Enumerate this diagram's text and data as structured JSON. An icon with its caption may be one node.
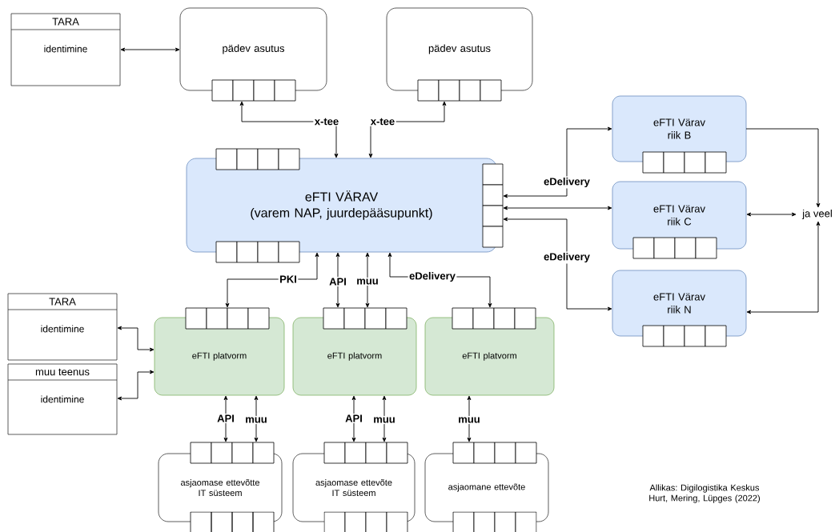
{
  "diagram": {
    "caption": "Allikas: Digilogistika Keskus Hurt, Mering, Lüpges (2022)",
    "nodes": [
      {
        "text": [
          "TARA",
          "identimine"
        ]
      },
      {
        "text": [
          "pädev asutus"
        ]
      },
      {
        "text": [
          "pädev asutus"
        ]
      },
      {
        "text": [
          "eFTI VÄRAV",
          "(varem NAP, juurdepääsupunkt)"
        ]
      },
      {
        "text": [
          "eFTI Värav riik B"
        ]
      },
      {
        "text": [
          "eFTI Värav riik C"
        ]
      },
      {
        "text": [
          "eFTI Värav riik N"
        ]
      },
      {
        "text": [
          "ja veel"
        ]
      },
      {
        "text": [
          "TARA",
          "identimine"
        ]
      },
      {
        "text": [
          "muu teenus",
          "identimine"
        ]
      },
      {
        "text": [
          "eFTI platvorm"
        ]
      },
      {
        "text": [
          "eFTI platvorm"
        ]
      },
      {
        "text": [
          "eFTI platvorm"
        ]
      },
      {
        "text": [
          "asjaomase ettevõtte IT süsteem"
        ]
      },
      {
        "text": [
          "asjaomase ettevõte IT süsteem"
        ]
      },
      {
        "text": [
          "asjaomane ettevõte"
        ]
      }
    ],
    "edges": [
      {
        "from": 0,
        "to": 1,
        "arrow": "both"
      },
      {
        "from": 3,
        "to": 1,
        "arrow": "both",
        "label": "x-tee"
      },
      {
        "from": 2,
        "to": 3,
        "arrow": "both",
        "label": "x-tee"
      },
      {
        "from": 3,
        "to": 4,
        "arrow": "both",
        "label": "eDelivery"
      },
      {
        "from": 3,
        "to": 5,
        "arrow": "both"
      },
      {
        "from": 3,
        "to": 6,
        "arrow": "both",
        "label": "eDelivery"
      },
      {
        "from": 4,
        "to": 7,
        "arrow": "to"
      },
      {
        "from": 5,
        "to": 7,
        "arrow": "both"
      },
      {
        "from": 6,
        "to": 7,
        "arrow": "both"
      },
      {
        "from": 3,
        "to": 10,
        "arrow": "both",
        "label": "PKI"
      },
      {
        "from": 3,
        "to": 11,
        "arrow": "both",
        "label": "API"
      },
      {
        "from": 3,
        "to": 11,
        "arrow": "both",
        "label": "muu"
      },
      {
        "from": 3,
        "to": 12,
        "arrow": "both",
        "label": "eDelivery"
      },
      {
        "from": 8,
        "to": 10,
        "arrow": "both"
      },
      {
        "from": 9,
        "to": 10,
        "arrow": "both"
      },
      {
        "from": 10,
        "to": 13,
        "arrow": "both",
        "label": "API"
      },
      {
        "from": 10,
        "to": 13,
        "arrow": "both",
        "label": "muu"
      },
      {
        "from": 11,
        "to": 14,
        "arrow": "both",
        "label": "API"
      },
      {
        "from": 11,
        "to": 14,
        "arrow": "both",
        "label": "muu"
      },
      {
        "from": 12,
        "to": 15,
        "arrow": "both",
        "label": "muu"
      }
    ]
  }
}
